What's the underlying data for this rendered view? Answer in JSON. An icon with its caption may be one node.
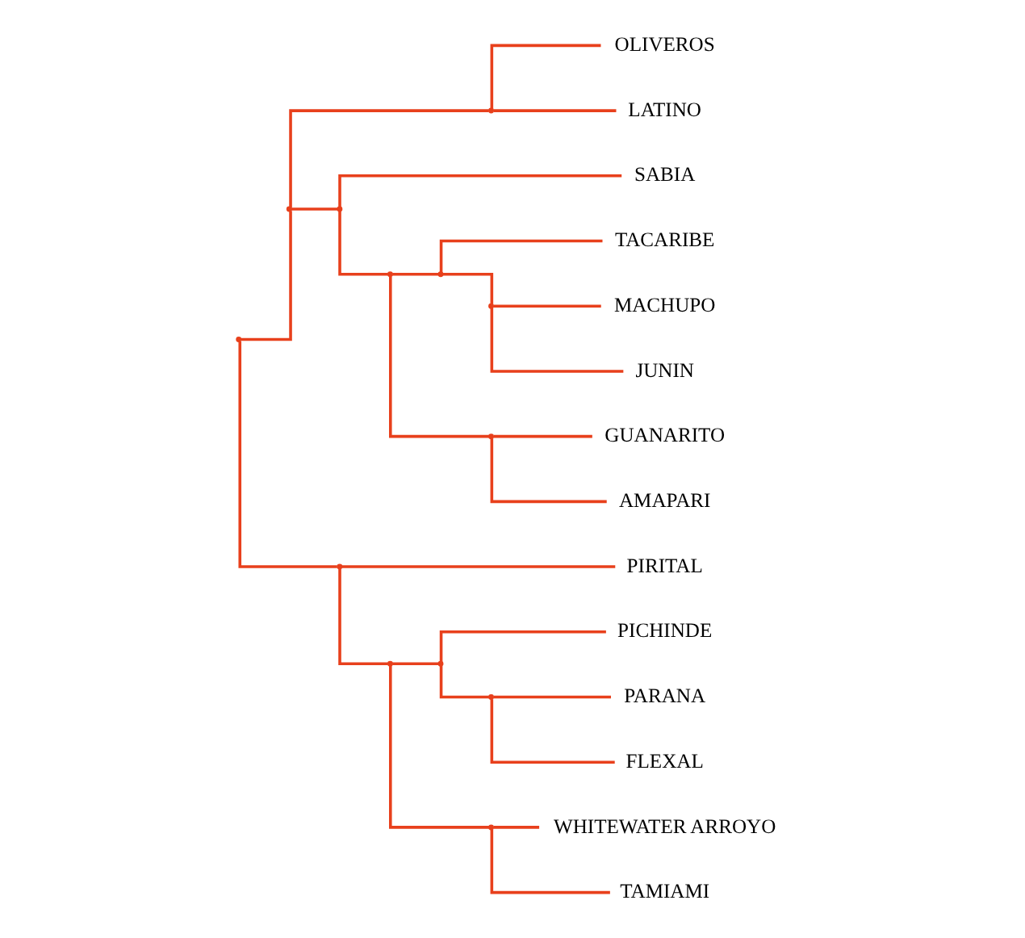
{
  "diagram": {
    "nodes": [
      {
        "text": [
          "OLIVEROS"
        ]
      },
      {
        "text": [
          "LATINO"
        ]
      },
      {
        "text": [
          "MACHUPO"
        ]
      },
      {
        "text": [
          "JUNIN"
        ]
      },
      {
        "text": [
          "TACARIBE"
        ]
      },
      {
        "text": [
          "GUANARITO"
        ]
      },
      {
        "text": [
          "AMAPARI"
        ]
      },
      {
        "text": [
          "SABIA"
        ]
      },
      {
        "text": [
          "WHITEWATER ARROYO"
        ]
      },
      {
        "text": [
          "TAMIAMI"
        ]
      },
      {
        "text": [
          "PARANA"
        ]
      },
      {
        "text": [
          "FLEXAL"
        ]
      },
      {
        "text": [
          "PICHINDE"
        ]
      },
      {
        "text": [
          "PIRITAL"
        ]
      },
      {
        "text": [],
        "shape": "point"
      },
      {
        "text": [],
        "shape": "point"
      },
      {
        "text": [],
        "shape": "point"
      },
      {
        "text": [],
        "shape": "point"
      },
      {
        "text": [],
        "shape": "point"
      },
      {
        "text": [],
        "shape": "point"
      },
      {
        "text": [],
        "shape": "point"
      },
      {
        "text": [],
        "shape": "point"
      },
      {
        "text": [],
        "shape": "point"
      },
      {
        "text": [],
        "shape": "point"
      },
      {
        "text": [],
        "shape": "point"
      },
      {
        "text": [],
        "shape": "point"
      },
      {
        "text": [],
        "shape": "point"
      }
    ],
    "edges": [
      {
        "from": 14,
        "to": 15,
        "arrow": "none"
      },
      {
        "from": 14,
        "to": 16,
        "arrow": "none"
      },
      {
        "from": 15,
        "to": 17,
        "arrow": "none"
      },
      {
        "from": 15,
        "to": 18,
        "arrow": "none"
      },
      {
        "from": 17,
        "to": 0,
        "arrow": "none"
      },
      {
        "from": 17,
        "to": 1,
        "arrow": "none"
      },
      {
        "from": 18,
        "to": 20,
        "arrow": "none"
      },
      {
        "from": 18,
        "to": 7,
        "arrow": "none"
      },
      {
        "from": 20,
        "to": 22,
        "arrow": "none"
      },
      {
        "from": 20,
        "to": 25,
        "arrow": "none"
      },
      {
        "from": 22,
        "to": 26,
        "arrow": "none"
      },
      {
        "from": 22,
        "to": 4,
        "arrow": "none"
      },
      {
        "from": 26,
        "to": 2,
        "arrow": "none"
      },
      {
        "from": 26,
        "to": 3,
        "arrow": "none"
      },
      {
        "from": 25,
        "to": 5,
        "arrow": "none"
      },
      {
        "from": 25,
        "to": 6,
        "arrow": "none"
      },
      {
        "from": 16,
        "to": 19,
        "arrow": "none"
      },
      {
        "from": 16,
        "to": 13,
        "arrow": "none"
      },
      {
        "from": 19,
        "to": 23,
        "arrow": "none"
      },
      {
        "from": 19,
        "to": 21,
        "arrow": "none"
      },
      {
        "from": 23,
        "to": 8,
        "arrow": "none"
      },
      {
        "from": 23,
        "to": 9,
        "arrow": "none"
      },
      {
        "from": 21,
        "to": 24,
        "arrow": "none"
      },
      {
        "from": 21,
        "to": 12,
        "arrow": "none"
      },
      {
        "from": 24,
        "to": 10,
        "arrow": "none"
      },
      {
        "from": 24,
        "to": 11,
        "arrow": "none"
      }
    ]
  }
}
